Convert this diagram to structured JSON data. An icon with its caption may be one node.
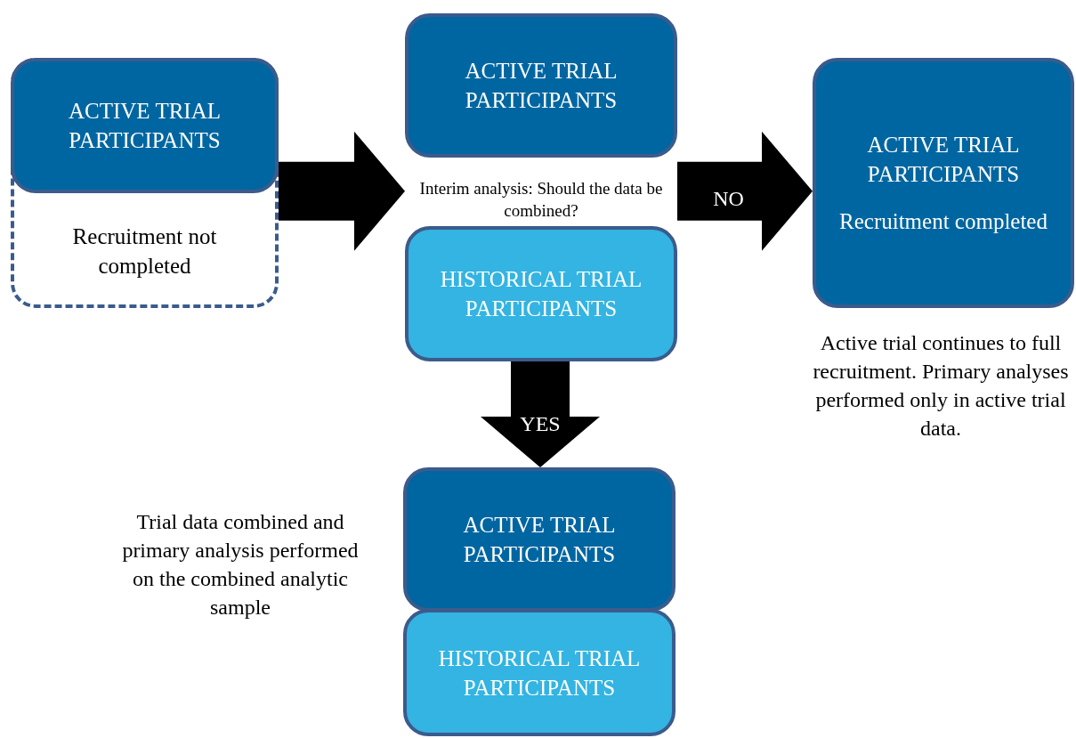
{
  "diagram": {
    "nodes": [
      {
        "text": [
          "Recruitment not completed"
        ]
      },
      {
        "text": [
          "ACTIVE TRIAL PARTICIPANTS"
        ],
        "in": 0
      },
      {
        "text": [
          "ACTIVE TRIAL PARTICIPANTS"
        ]
      },
      {
        "text": [
          "Interim analysis: Should the data be combined?"
        ]
      },
      {
        "text": [
          "HISTORICAL TRIAL PARTICIPANTS"
        ]
      },
      {
        "text": [
          "ACTIVE TRIAL PARTICIPANTS",
          "Recruitment completed"
        ],
        "beside": [
          "Active trial continues to full recruitment. Primary analyses performed only in active trial data."
        ]
      },
      {
        "text": [
          "ACTIVE TRIAL PARTICIPANTS"
        ]
      },
      {
        "text": [
          "HISTORICAL TRIAL PARTICIPANTS"
        ]
      }
    ],
    "edges": [
      {
        "from": 0,
        "to": 3,
        "arrow": "to"
      },
      {
        "from": 3,
        "to": 5,
        "arrow": "to",
        "label": "NO"
      },
      {
        "from": 4,
        "to": 6,
        "arrow": "to",
        "label": "YES"
      }
    ],
    "labels": [
      "Trial data combined and primary analysis performed on the combined analytic sample"
    ]
  }
}
